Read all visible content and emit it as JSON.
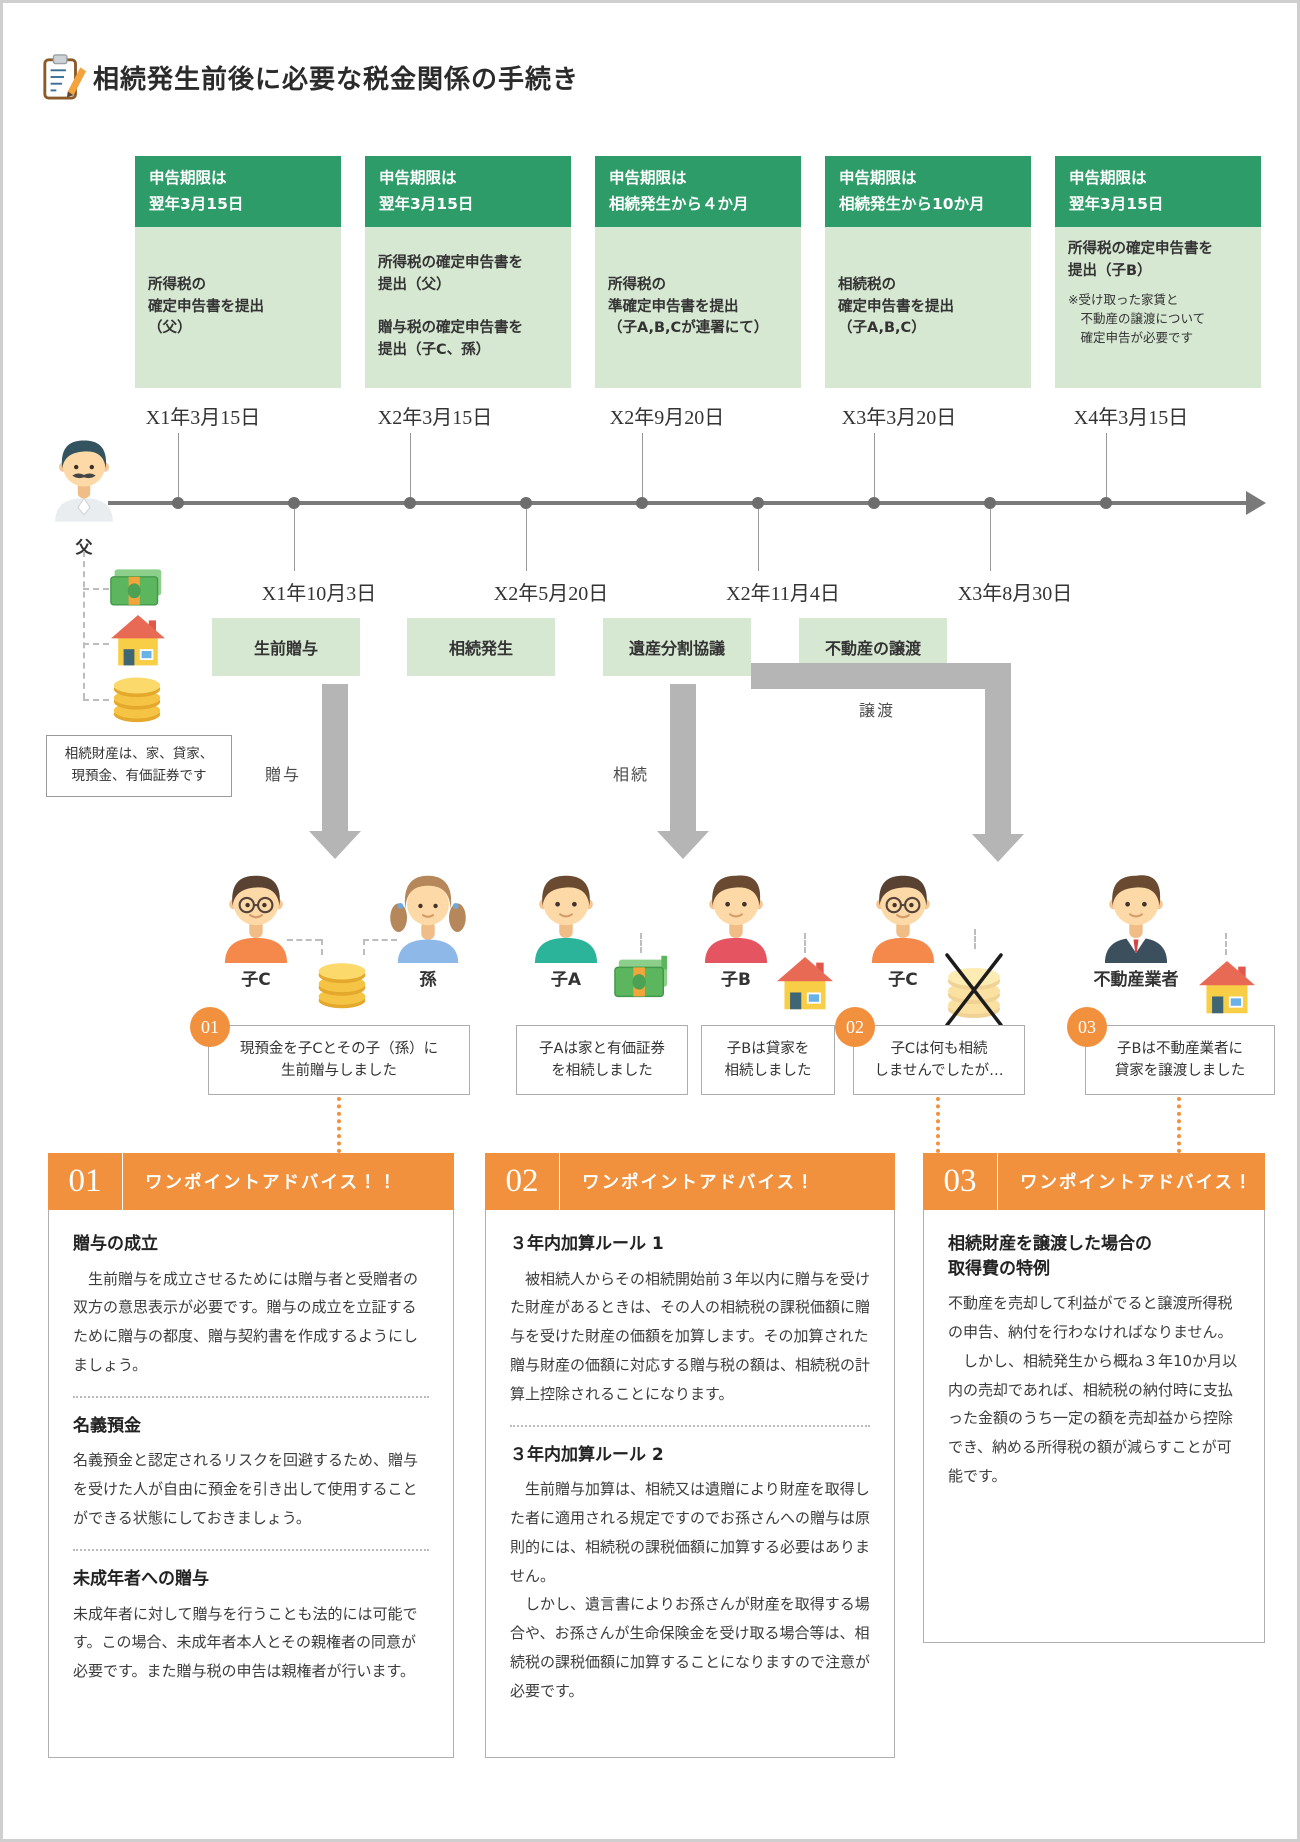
{
  "page": {
    "title": "相続発生前後に必要な税金関係の手続き"
  },
  "colors": {
    "green_dark": "#2e9c69",
    "green_light": "#d6e7d2",
    "orange": "#f2913d",
    "arrow_gray": "#b5b5b5",
    "timeline_gray": "#7a7a7a"
  },
  "icons": {
    "title": "clipboard-pencil-icon",
    "father_assets": [
      "banknotes-icon",
      "house-icon",
      "coin-stack-icon"
    ],
    "recipient_items": [
      "coin-stack-icon",
      "banknotes-icon",
      "house-icon",
      "crossed-coins-icon",
      "house-icon"
    ]
  },
  "deadline_boxes": [
    {
      "header": "申告期限は\n翌年3月15日",
      "body": "所得税の\n確定申告書を提出\n（父）",
      "date": "X1年3月15日"
    },
    {
      "header": "申告期限は\n翌年3月15日",
      "body": "所得税の確定申告書を\n提出（父）\n\n贈与税の確定申告書を\n提出（子C、孫）",
      "date": "X2年3月15日"
    },
    {
      "header": "申告期限は\n相続発生から４か月",
      "body": "所得税の\n準確定申告書を提出\n（子A,B,Cが連署にて）",
      "date": "X2年9月20日"
    },
    {
      "header": "申告期限は\n相続発生から10か月",
      "body": "相続税の\n確定申告書を提出\n（子A,B,C）",
      "date": "X3年3月20日"
    },
    {
      "header": "申告期限は\n翌年3月15日",
      "body": "所得税の確定申告書を\n提出（子B）",
      "note": "※受け取った家賃と\n　不動産の譲渡について\n　確定申告が必要です",
      "date": "X4年3月15日"
    }
  ],
  "timeline_events": [
    {
      "date": "X1年10月3日",
      "label": "生前贈与"
    },
    {
      "date": "X2年5月20日",
      "label": "相続発生"
    },
    {
      "date": "X2年11月4日",
      "label": "遺産分割協議"
    },
    {
      "date": "X3年8月30日",
      "label": "不動産の譲渡"
    }
  ],
  "father": {
    "label": "父",
    "note": "相続財産は、家、貸家、\n現預金、有価証券です"
  },
  "flow_arrows": {
    "gift": "贈与",
    "inheritance": "相続",
    "transfer": "譲渡"
  },
  "recipients": [
    {
      "label": "子C"
    },
    {
      "label": "孫"
    },
    {
      "label": "子A"
    },
    {
      "label": "子B"
    },
    {
      "label": "子C"
    },
    {
      "label": "不動産業者"
    }
  ],
  "bubbles": [
    {
      "badge": "01",
      "text": "現預金を子Cとその子（孫）に\n生前贈与しました"
    },
    {
      "text": "子Aは家と有価証券\nを相続しました"
    },
    {
      "text": "子Bは貸家を\n相続しました"
    },
    {
      "badge": "02",
      "text": "子Cは何も相続\nしませんでしたが…"
    },
    {
      "badge": "03",
      "text": "子Bは不動産業者に\n貸家を譲渡しました"
    }
  ],
  "advice_boxes": [
    {
      "number": "01",
      "title": "ワンポイントアドバイス！！",
      "sections": [
        {
          "heading": "贈与の成立",
          "body": "　生前贈与を成立させるためには贈与者と受贈者の双方の意思表示が必要です。贈与の成立を立証するために贈与の都度、贈与契約書を作成するようにしましょう。"
        },
        {
          "heading": "名義預金",
          "body": "名義預金と認定されるリスクを回避するため、贈与を受けた人が自由に預金を引き出して使用することができる状態にしておきましょう。"
        },
        {
          "heading": "未成年者への贈与",
          "body": "未成年者に対して贈与を行うことも法的には可能です。この場合、未成年者本人とその親権者の同意が必要です。また贈与税の申告は親権者が行います。"
        }
      ]
    },
    {
      "number": "02",
      "title": "ワンポイントアドバイス！",
      "sections": [
        {
          "heading": "３年内加算ルール 1",
          "body": "　被相続人からその相続開始前３年以内に贈与を受けた財産があるときは、その人の相続税の課税価額に贈与を受けた財産の価額を加算します。その加算された贈与財産の価額に対応する贈与税の額は、相続税の計算上控除されることになります。"
        },
        {
          "heading": "３年内加算ルール 2",
          "body": "　生前贈与加算は、相続又は遺贈により財産を取得した者に適用される規定ですのでお孫さんへの贈与は原則的には、相続税の課税価額に加算する必要はありません。\n　しかし、遺言書によりお孫さんが財産を取得する場合や、お孫さんが生命保険金を受け取る場合等は、相続税の課税価額に加算することになりますので注意が必要です。"
        }
      ]
    },
    {
      "number": "03",
      "title": "ワンポイントアドバイス！",
      "sections": [
        {
          "heading": "相続財産を譲渡した場合の\n取得費の特例",
          "body": "不動産を売却して利益がでると譲渡所得税の申告、納付を行わなければなりません。\n　しかし、相続発生から概ね３年10か月以内の売却であれば、相続税の納付時に支払った金額のうち一定の額を売却益から控除でき、納める所得税の額が減らすことが可能です。"
        }
      ]
    }
  ]
}
